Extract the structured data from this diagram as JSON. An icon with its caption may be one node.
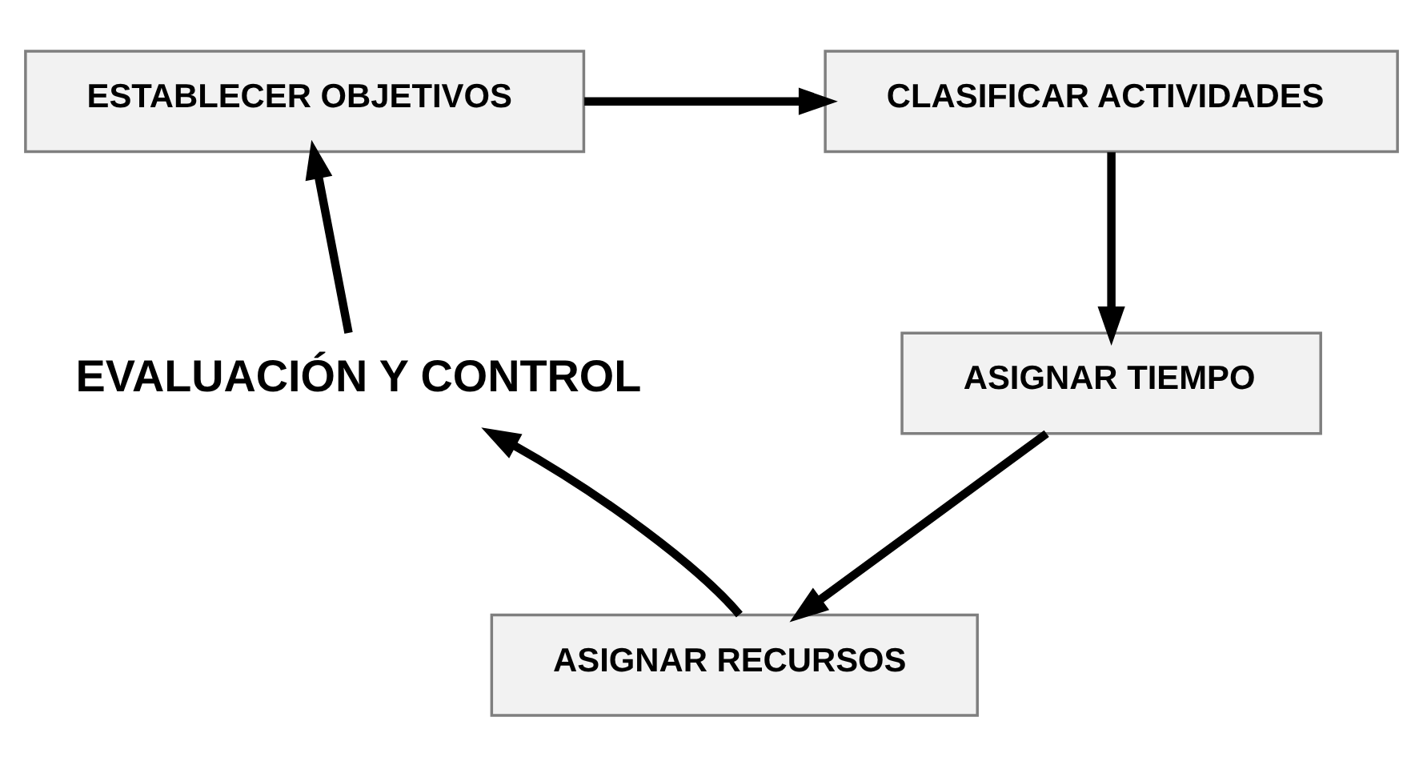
{
  "diagram": {
    "nodes": [
      {
        "text": [
          "ESTABLECER OBJETIVOS"
        ]
      },
      {
        "text": [
          "CLASIFICAR ACTIVIDADES"
        ]
      },
      {
        "text": [
          "ASIGNAR TIEMPO"
        ]
      },
      {
        "text": [
          "ASIGNAR RECURSOS"
        ]
      },
      {
        "text": [
          "EVALUACIÓN Y CONTROL"
        ]
      }
    ],
    "edges": [
      {
        "from": 0,
        "to": 1,
        "arrow": "to"
      },
      {
        "from": 1,
        "to": 2,
        "arrow": "to"
      },
      {
        "from": 2,
        "to": 3,
        "arrow": "to"
      },
      {
        "from": 3,
        "to": 4,
        "arrow": "to"
      },
      {
        "from": 4,
        "to": 0,
        "arrow": "to"
      }
    ]
  }
}
